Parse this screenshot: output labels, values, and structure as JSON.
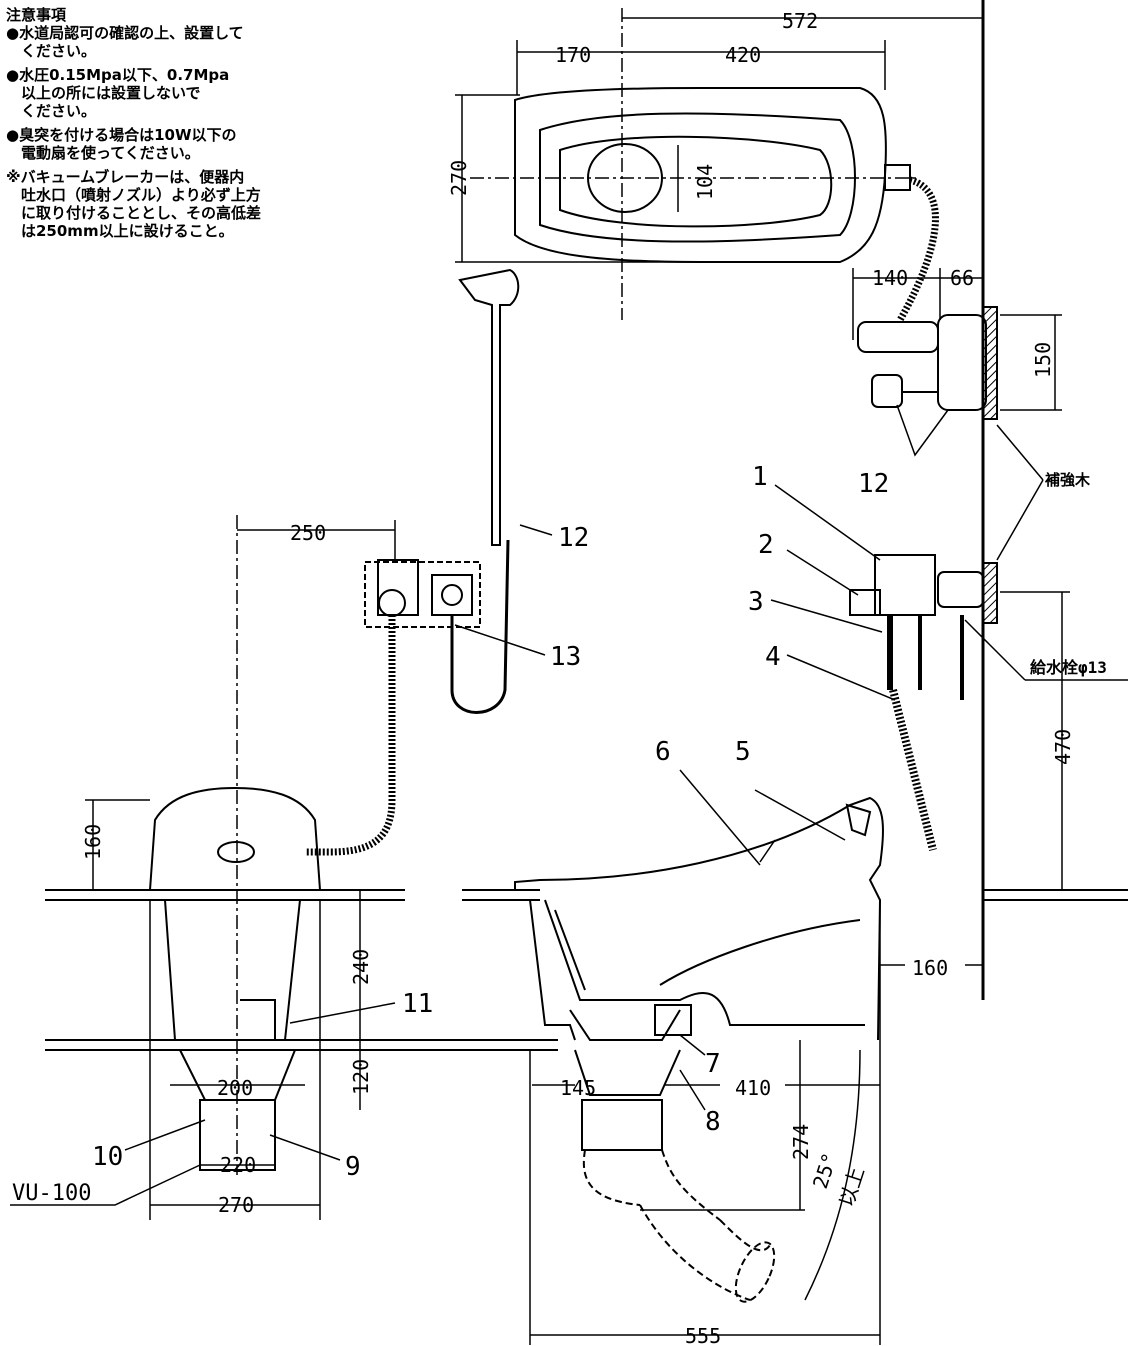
{
  "notes": {
    "title": "注意事項",
    "items": [
      "●水道局認可の確認の上、設置して\n　ください。",
      "●水圧0.15Mpa以下、0.7Mpa\n　以上の所には設置しないで\n　ください。",
      "●臭突を付ける場合は10W以下の\n　電動扇を使ってください。",
      "※バキュームブレーカーは、便器内\n　吐水口（噴射ノズル）より必ず上方\n　に取り付けることとし、その高低差\n　は250mm以上に設けること。"
    ]
  },
  "dimensions": {
    "d572": "572",
    "d170": "170",
    "d420": "420",
    "d270_top": "270",
    "d104": "104",
    "d140": "140",
    "d66": "66",
    "d150": "150",
    "d250": "250",
    "d160_left": "160",
    "d240": "240",
    "d120": "120",
    "d200": "200",
    "d220": "220",
    "d270_bottom": "270",
    "d470": "470",
    "d160_right": "160",
    "d145": "145",
    "d410": "410",
    "d274": "274",
    "d555": "555",
    "angle": "25°",
    "angle_suffix": "以上"
  },
  "labels": {
    "hokyouboku": "補強木",
    "kyusuisen": "給水栓φ13",
    "pipe": "VU-100"
  },
  "parts": [
    "1",
    "2",
    "3",
    "4",
    "5",
    "6",
    "7",
    "8",
    "9",
    "10",
    "11",
    "12",
    "12",
    "13"
  ]
}
